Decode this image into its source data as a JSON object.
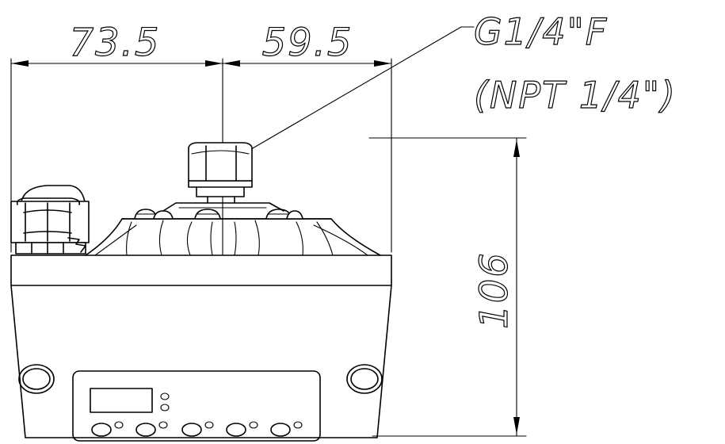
{
  "dimensions": {
    "left_width": "73.5",
    "right_width": "59.5",
    "height": "106"
  },
  "callout": {
    "thread_line1": "G1/4\"F",
    "thread_line2": "(NPT 1/4\")"
  }
}
